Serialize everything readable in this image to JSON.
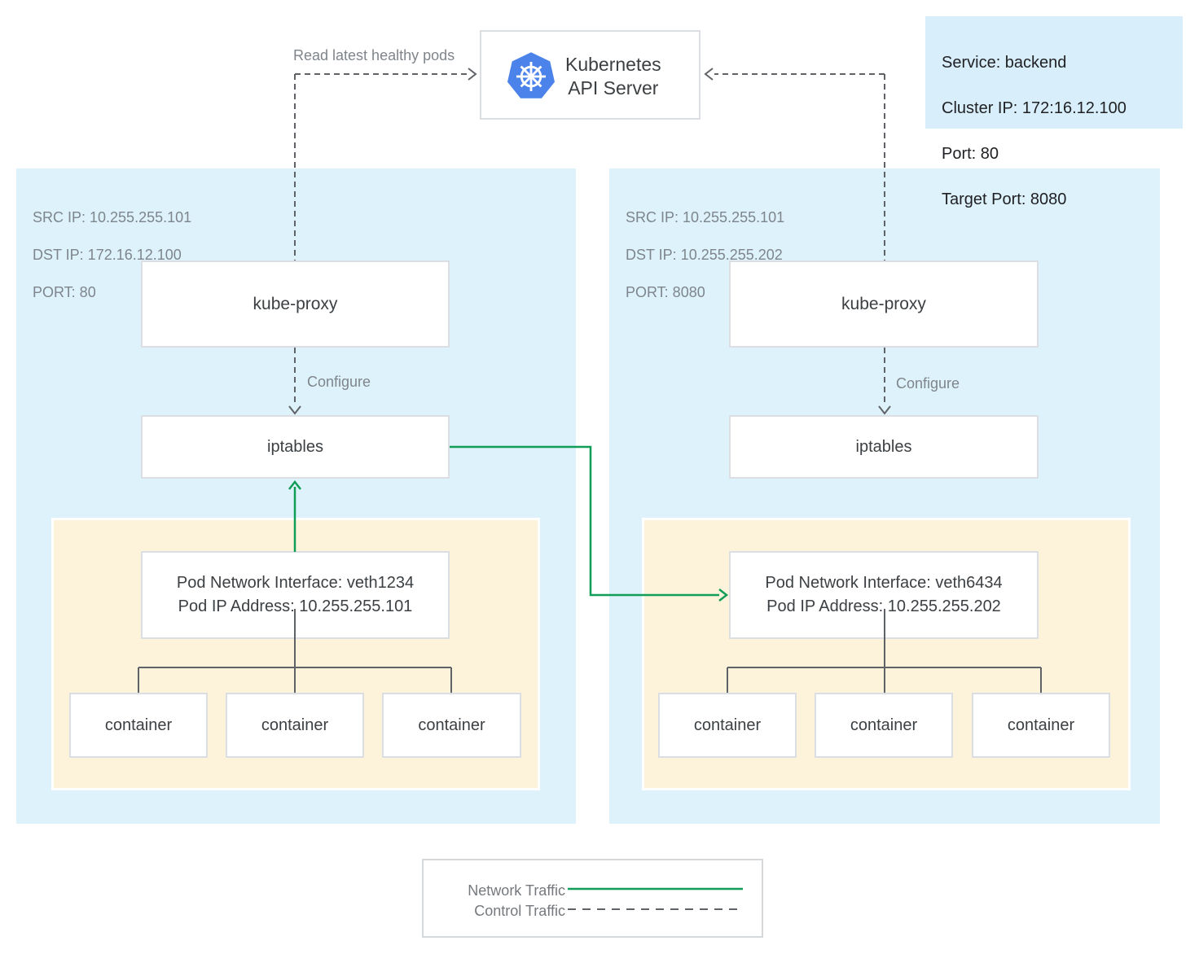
{
  "api_server": {
    "line1": "Kubernetes",
    "line2": "API Server"
  },
  "service_box": {
    "lines": [
      "Service: backend",
      "Cluster IP: 172:16.12.100",
      "Port: 80",
      "Target Port: 8080"
    ]
  },
  "labels": {
    "read_latest_healthy_pods": "Read latest healthy pods",
    "configure_left": "Configure",
    "configure_right": "Configure"
  },
  "left_node": {
    "info_lines": [
      "SRC IP: 10.255.255.101",
      "DST IP: 172.16.12.100",
      "PORT: 80"
    ],
    "kube_proxy_label": "kube-proxy",
    "iptables_label": "iptables",
    "pod": {
      "interface_line1": "Pod Network Interface: veth1234",
      "interface_line2": "Pod IP Address: 10.255.255.101",
      "containers": [
        "container",
        "container",
        "container"
      ]
    }
  },
  "right_node": {
    "info_lines": [
      "SRC IP: 10.255.255.101",
      "DST IP: 10.255.255.202",
      "PORT: 8080"
    ],
    "kube_proxy_label": "kube-proxy",
    "iptables_label": "iptables",
    "pod": {
      "interface_line1": "Pod Network Interface: veth6434",
      "interface_line2": "Pod IP Address: 10.255.255.202",
      "containers": [
        "container",
        "container",
        "container"
      ]
    }
  },
  "legend": {
    "network_label": "Network Traffic",
    "control_label": "Control Traffic"
  },
  "colors": {
    "network_traffic_green": "#0f9d58",
    "control_traffic_gray": "#5f6368",
    "node_background": "#def2fb",
    "pod_background": "#fcf3da",
    "service_background": "#d9eefb",
    "kubernetes_blue": "#4c83ea"
  }
}
